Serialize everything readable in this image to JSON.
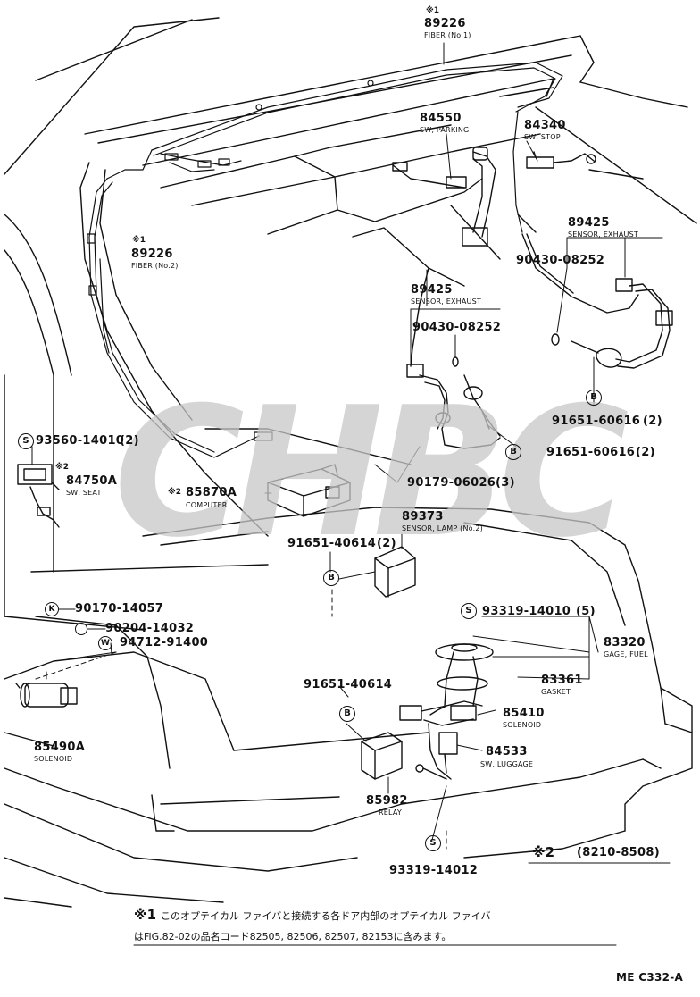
{
  "labels": {
    "fiber1_mark": "※1",
    "fiber1_pn": "89226",
    "fiber1_name": "FIBER (No.1)",
    "fiber2_mark": "※1",
    "fiber2_pn": "89226",
    "fiber2_name": "FIBER (No.2)",
    "sw_parking_pn": "84550",
    "sw_parking_name": "SW, PARKING",
    "sw_stop_pn": "84340",
    "sw_stop_name": "SW, STOP",
    "sensor_exh_r_pn": "89425",
    "sensor_exh_r_name": "SENSOR, EXHAUST",
    "clamp_r_pn": "90430-08252",
    "sensor_exh_c_pn": "89425",
    "sensor_exh_c_name": "SENSOR, EXHAUST",
    "clamp_c_pn": "90430-08252",
    "bolt_r_pn": "91651-60616",
    "bolt_r_qty": "(2)",
    "bolt_c_pn": "91651-60616",
    "bolt_c_qty": "(2)",
    "screw_seat_pn": "93560-14010",
    "screw_seat_qty": "(2)",
    "sw_seat_mark": "※2",
    "sw_seat_pn": "84750A",
    "sw_seat_name": "SW, SEAT",
    "computer_mark": "※2",
    "computer_pn": "85870A",
    "computer_name": "COMPUTER",
    "nut_pn": "90179-06026",
    "nut_qty": "(3)",
    "sensor_lamp_pn": "89373",
    "sensor_lamp_name": "SENSOR, LAMP (No.2)",
    "bolt_lamp_pn": "91651-40614",
    "bolt_lamp_qty": "(2)",
    "screw_gage_pn": "93319-14010",
    "screw_gage_qty": "(5)",
    "gage_pn": "83320",
    "gage_name": "GAGE, FUEL",
    "gasket_pn": "83361",
    "gasket_name": "GASKET",
    "bolt_sol_pn": "91651-40614",
    "sol_pn": "85410",
    "sol_name": "SOLENOID",
    "sw_lug_pn": "84533",
    "sw_lug_name": "SW, LUGGAGE",
    "relay_pn": "85982",
    "relay_name": "RELAY",
    "screw_relay_pn": "93319-14012",
    "nut_k_pn": "90170-14057",
    "washer_pn": "90204-14032",
    "washer_w_pn": "94712-91400",
    "sol_l_pn": "85490A",
    "sol_l_name": "SOLENOID",
    "marker_s": "S",
    "marker_b": "B",
    "marker_k": "K",
    "marker_w": "W",
    "date_mark": "※2",
    "date_range": "(8210-8508)",
    "footnote_mark": "※1",
    "footnote_line1": "このオプテイカル ファイバと接続する各ドア内部のオプテイカル ファイバ",
    "footnote_line2": "はFiG.82-02の品名コード82505, 82506, 82507, 82153に含みます。",
    "figure_code": "ME C332-A",
    "watermark": "CHBC"
  }
}
